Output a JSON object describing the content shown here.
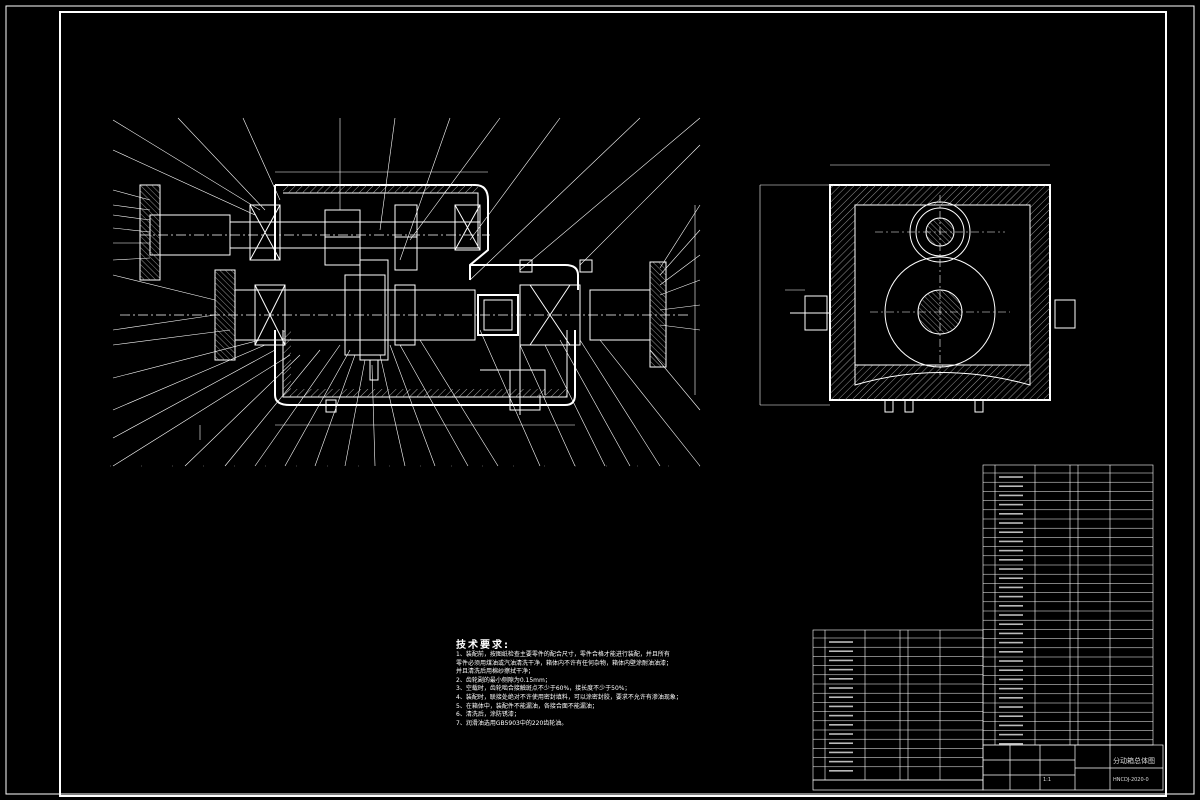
{
  "technical_requirements": {
    "title": "技术要求:",
    "lines": [
      "1、装配前，按图纸检查主要零件的配合尺寸，零件合格才能进行装配，并且所有",
      "零件必须用煤油或汽油清洗干净，箱体内不许有任何杂物，箱体内壁涂耐油油漆；",
      "并且清洗后用棉纱擦拭干净；",
      "2、齿轮副的最小侧隙为0.15mm；",
      "3、空载时，齿轮啮合接触斑点不少于60%，接长度不少于50%；",
      "4、装配时，联接处绝对不许使用密封填料，可以涂密封胶，要求不允许有渗油现象；",
      "5、在箱体中，装配件不能漏油，各接合面不能漏油；",
      "6、清洗后，涂防锈漆；",
      "7、润滑油选用GB5903中的220齿轮油。"
    ]
  },
  "title_block": {
    "drawing_title": "分动箱总体图",
    "drawing_number": "HNCDJ-2020-0",
    "scale": "1:1"
  },
  "colors": {
    "background": "#000000",
    "lines": "#ffffff",
    "hatch": "#cccccc"
  }
}
